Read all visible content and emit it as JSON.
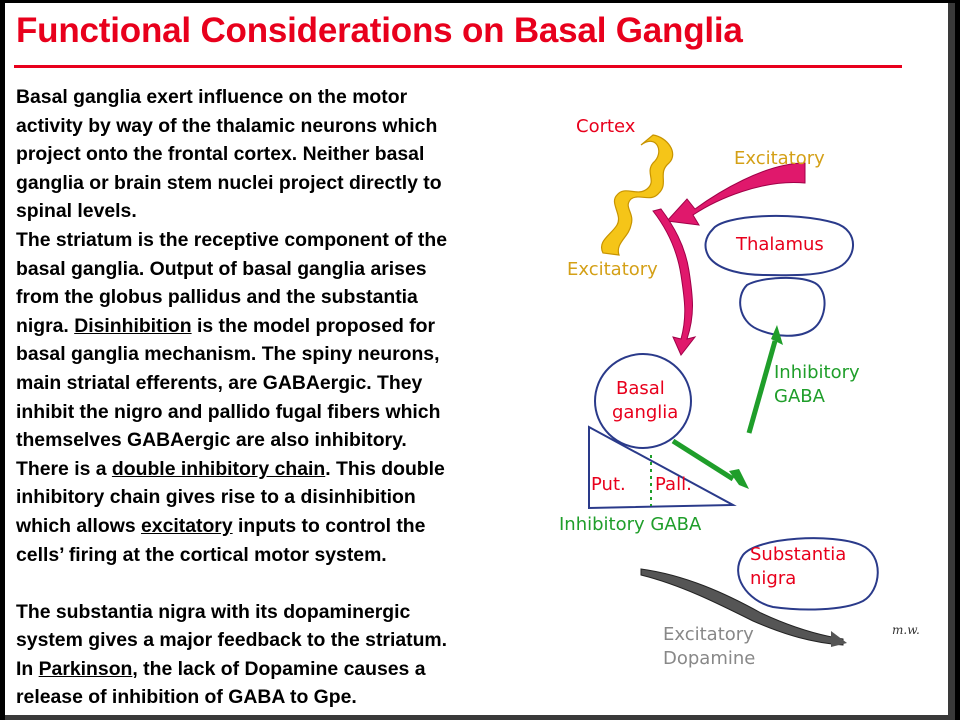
{
  "title": "Functional Considerations on Basal Ganglia",
  "body": {
    "p1_l1": "Basal ganglia exert influence on the motor",
    "p1_l2": "activity by way of the thalamic neurons which",
    "p1_l3": "project onto the frontal cortex. Neither basal",
    "p1_l4": "ganglia or brain stem nuclei project directly to",
    "p1_l5": "spinal levels.",
    "p2_l1": "The striatum is the receptive component of the",
    "p2_l2": "basal ganglia. Output of basal ganglia arises",
    "p2_l3": "from the globus pallidus and the substantia",
    "p2_l4_pre": "nigra. ",
    "p2_l4_term": "Disinhibition",
    "p2_l4_post": " is the model proposed for",
    "p2_l5": "basal ganglia mechanism. The spiny neurons,",
    "p2_l6": "main striatal efferents, are GABAergic. They",
    "p2_l7": "inhibit the nigro and pallido fugal fibers which",
    "p2_l8": "themselves GABAergic are also inhibitory.",
    "p2_l9_pre": "There is a ",
    "p2_l9_term": "double inhibitory chain",
    "p2_l9_post": ". This double",
    "p2_l10": "inhibitory chain gives rise to a disinhibition",
    "p2_l11_pre": "which allows ",
    "p2_l11_term": "excitatory",
    "p2_l11_post": " inputs to control the",
    "p2_l12": "cells’ firing at the cortical motor system.",
    "p3_l1": "The substantia nigra with its dopaminergic",
    "p3_l2": "system gives a major feedback to the striatum.",
    "p3_l3_pre": "In ",
    "p3_l3_term": "Parkinson",
    "p3_l3_post": ", the lack of Dopamine causes a",
    "p3_l4": "release of inhibition of GABA to Gpe."
  },
  "diagram": {
    "cortex": "Cortex",
    "excitatory_top": "Excitatory",
    "thalamus": "Thalamus",
    "excitatory_left": "Excitatory",
    "inhibitory_gaba_right_1": "Inhibitory",
    "inhibitory_gaba_right_2": "GABA",
    "basal_1": "Basal",
    "basal_2": "ganglia",
    "put": "Put.",
    "pall": "Pall.",
    "inhibitory_gaba_bottom": "Inhibitory GABA",
    "substantia_1": "Substantia",
    "substantia_2": "nigra",
    "excitatory_dopamine_1": "Excitatory",
    "excitatory_dopamine_2": "Dopamine",
    "signature": "m.w."
  },
  "colors": {
    "title": "#e8001c",
    "cortex_yellow": "#f5c518",
    "excitatory_magenta": "#e0186c",
    "inhibitory_green": "#1f9e2a",
    "dopamine_gray": "#555555",
    "outline_blue": "#2a3a8a"
  }
}
